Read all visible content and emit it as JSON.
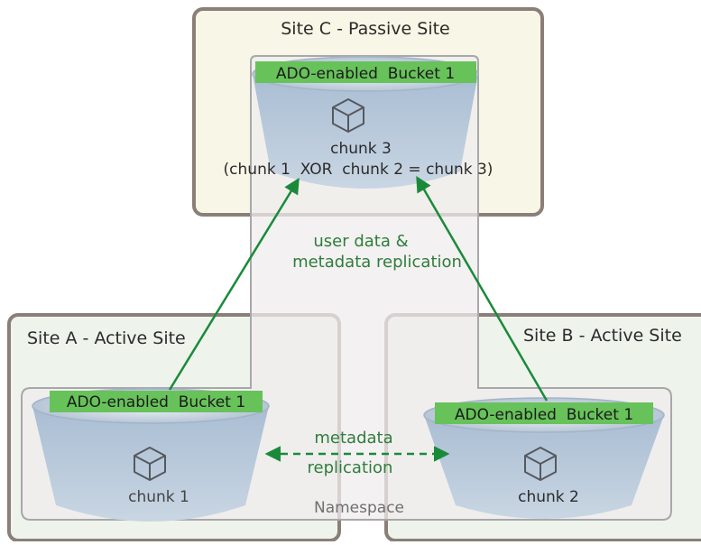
{
  "sites": {
    "c": {
      "title": "Site C - Passive Site",
      "bucket_label": "ADO-enabled  Bucket 1",
      "chunk_label": "chunk 3",
      "xor_note": "(chunk 1  XOR  chunk 2 = chunk 3)"
    },
    "a": {
      "title": "Site A - Active Site",
      "bucket_label": "ADO-enabled  Bucket 1",
      "chunk_label": "chunk 1"
    },
    "b": {
      "title": "Site B - Active Site",
      "bucket_label": "ADO-enabled  Bucket 1",
      "chunk_label": "chunk 2"
    }
  },
  "replication": {
    "user_data_line1": "user data &",
    "user_data_line2": "metadata replication",
    "metadata_line1": "metadata",
    "metadata_line2": "replication"
  },
  "namespace_label": "Namespace",
  "colors": {
    "site_c_fill": "#f8f6e6",
    "site_ab_fill": "#eef4ec",
    "site_border": "#8a7f78",
    "namespace_fill": "#efecee",
    "bucket_fill": "#b9c8d9",
    "bucket_label_fill": "#67c25a",
    "arrow": "#1a8a3a",
    "replication_text": "#2f7d3a"
  },
  "icons": {
    "chunk": "cube-icon"
  }
}
